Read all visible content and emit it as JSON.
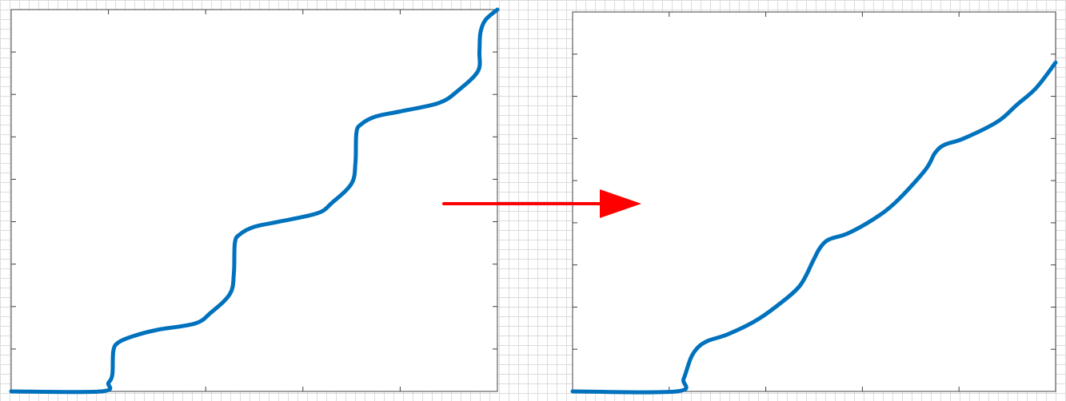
{
  "colors": {
    "curve": "#0072bd",
    "arrow": "#ff0000",
    "axes": "#404040",
    "plot_background": "#ffffff"
  },
  "chart_data": [
    {
      "type": "line",
      "xlim": [
        0,
        10
      ],
      "ylim": [
        0,
        9
      ],
      "xticks": [
        2,
        4,
        6,
        8
      ],
      "yticks": [
        1,
        2,
        3,
        4,
        5,
        6,
        7,
        8
      ],
      "grid": false,
      "tick_labels": false,
      "series": [
        {
          "x": [
            0,
            1.85,
            2.0,
            2.08,
            2.1,
            2.2,
            2.5,
            3.0,
            3.78,
            4.1,
            4.5,
            4.58,
            4.6,
            4.7,
            5.0,
            5.5,
            6.3,
            6.6,
            7.0,
            7.08,
            7.1,
            7.2,
            7.5,
            8.0,
            8.8,
            9.2,
            9.6,
            9.63,
            9.65,
            9.75,
            10.0
          ],
          "y": [
            0,
            0,
            0.2,
            0.4,
            0.95,
            1.15,
            1.3,
            1.45,
            1.6,
            1.85,
            2.3,
            2.8,
            3.5,
            3.7,
            3.88,
            4.0,
            4.2,
            4.45,
            4.9,
            5.4,
            6.1,
            6.3,
            6.48,
            6.6,
            6.8,
            7.1,
            7.55,
            8.0,
            8.45,
            8.75,
            9.0
          ]
        }
      ]
    },
    {
      "type": "line",
      "xlim": [
        0,
        10
      ],
      "ylim": [
        0,
        9
      ],
      "xticks": [
        2,
        4,
        6,
        8
      ],
      "yticks": [
        1,
        2,
        3,
        4,
        5,
        6,
        7,
        8
      ],
      "grid": false,
      "tick_labels": false,
      "series": [
        {
          "x": [
            0,
            2.15,
            2.3,
            2.45,
            2.6,
            2.8,
            3.2,
            3.75,
            4.2,
            4.7,
            4.98,
            5.12,
            5.3,
            5.7,
            6.25,
            6.7,
            7.3,
            7.5,
            7.7,
            8.1,
            8.8,
            9.2,
            9.6,
            10.0
          ],
          "y": [
            0,
            0,
            0.3,
            0.8,
            1.05,
            1.2,
            1.35,
            1.65,
            2.0,
            2.5,
            3.1,
            3.4,
            3.6,
            3.75,
            4.1,
            4.5,
            5.25,
            5.65,
            5.85,
            6.0,
            6.4,
            6.8,
            7.2,
            7.8
          ]
        }
      ]
    }
  ]
}
